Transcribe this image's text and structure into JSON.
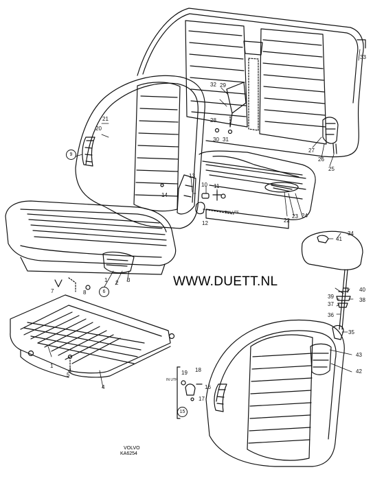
{
  "website": "WWW.DUETT.NL",
  "caption": {
    "brand": "VOLVO",
    "code": "KA6254"
  },
  "callouts": [
    "1",
    "2",
    "3",
    "4",
    "5",
    "6",
    "7",
    "8",
    "9",
    "10",
    "11",
    "12",
    "13",
    "14",
    "15",
    "16",
    "17",
    "18",
    "19",
    "20",
    "21",
    "22",
    "23",
    "24",
    "25",
    "26",
    "27",
    "28",
    "29",
    "30",
    "31",
    "32",
    "33",
    "34",
    "35",
    "36",
    "37",
    "38",
    "39",
    "40",
    "41",
    "42",
    "43"
  ],
  "circled_callouts": [
    "6",
    "9",
    "15"
  ],
  "side_notes": [
    "TILL UTF",
    "IN UTF"
  ]
}
